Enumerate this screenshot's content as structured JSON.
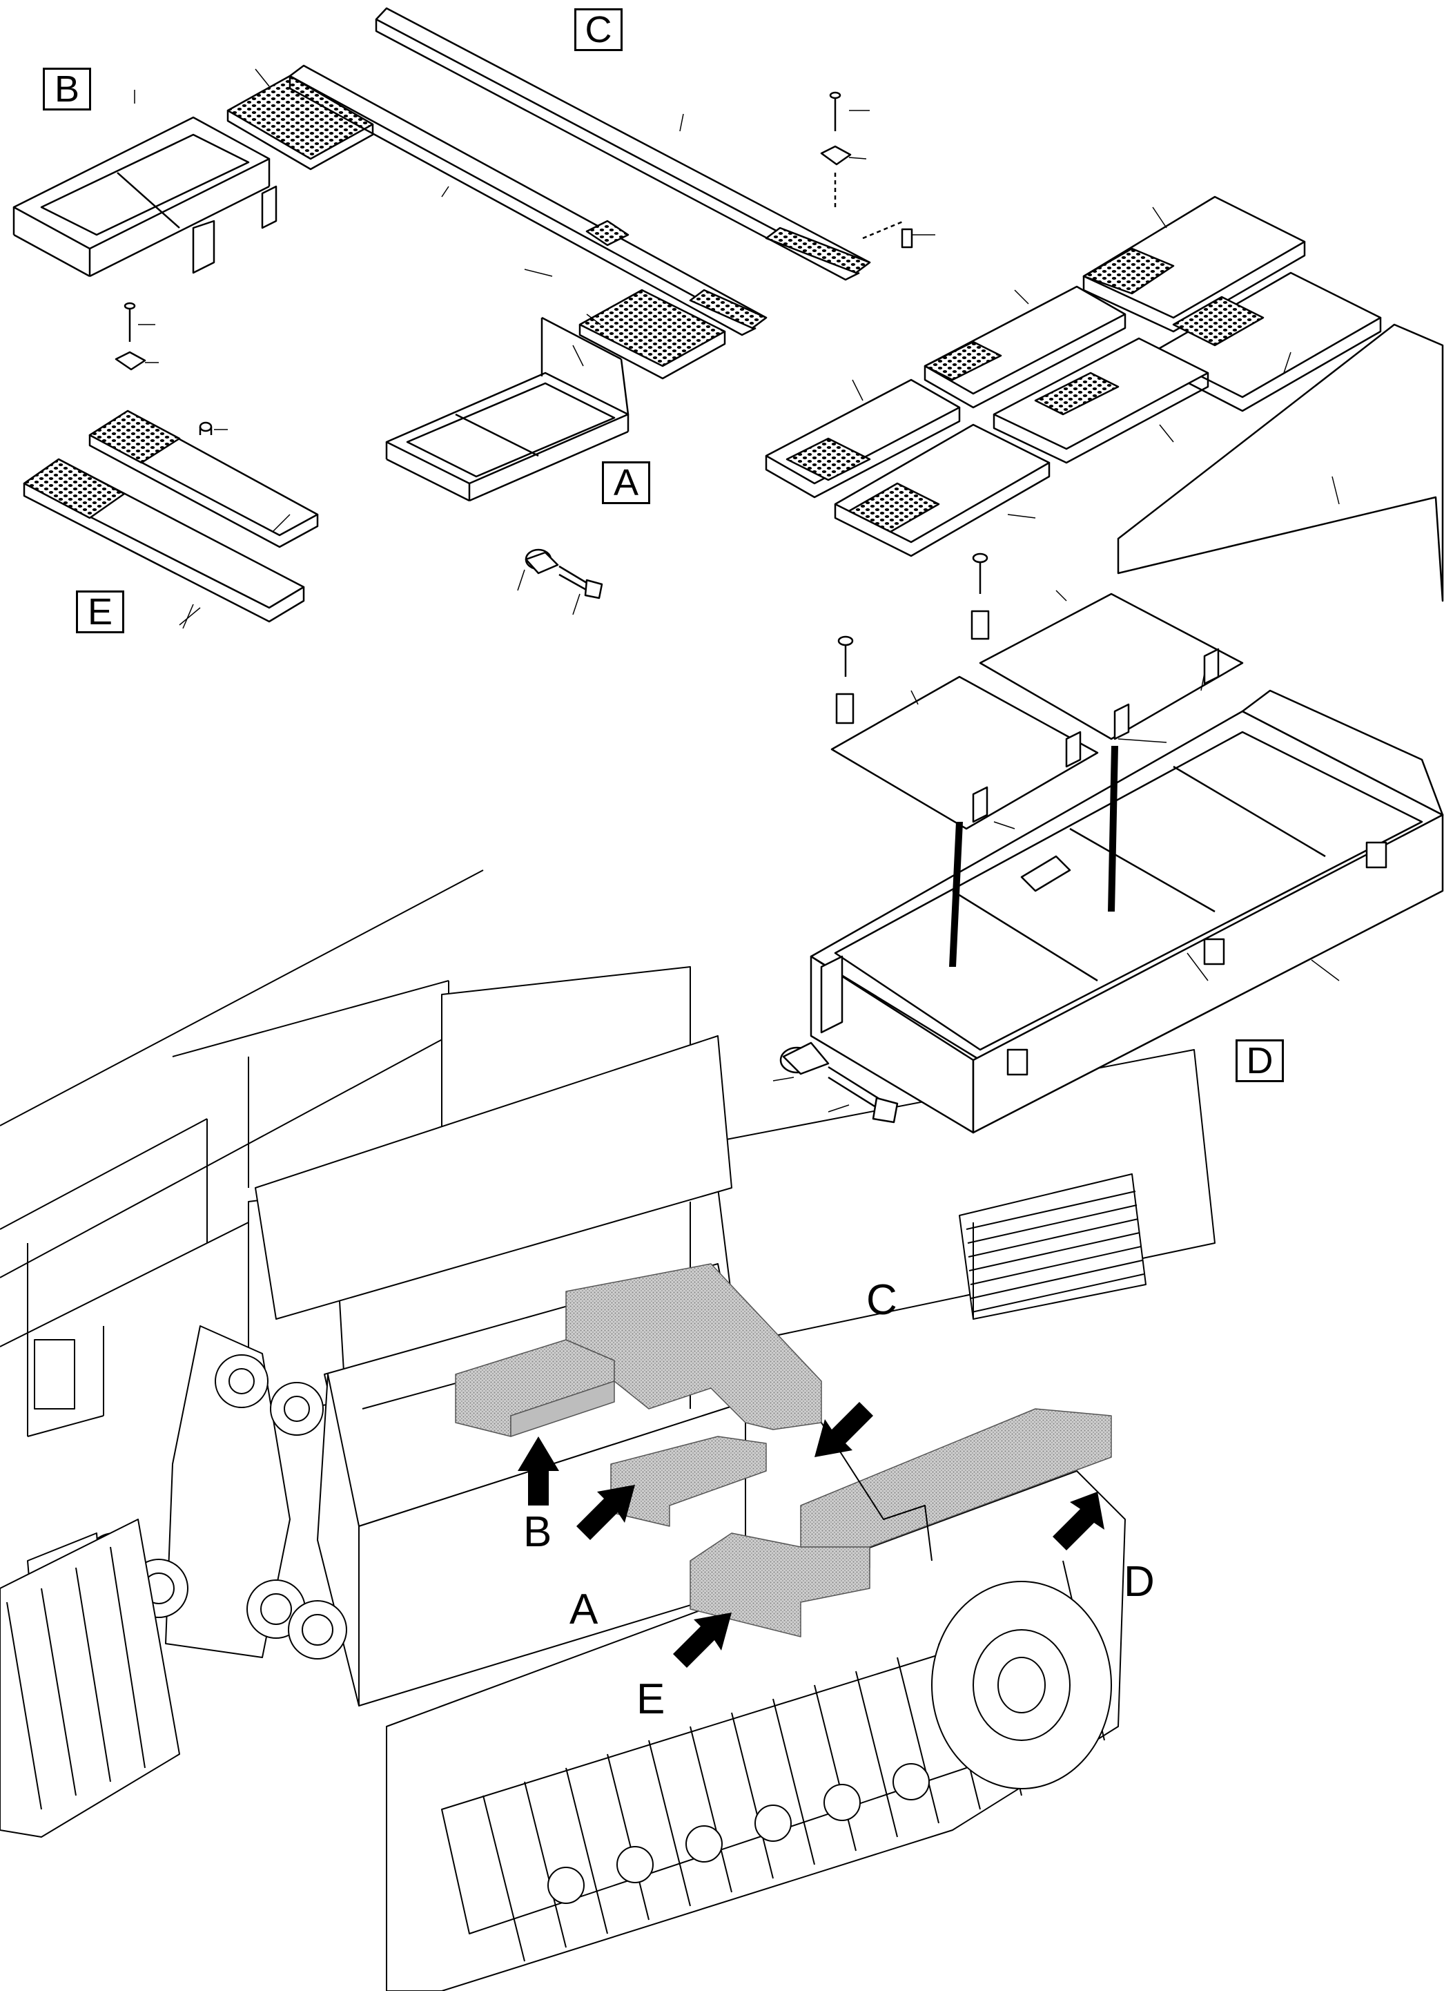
{
  "diagram": {
    "exploded_view_labels": {
      "a": "A",
      "b": "B",
      "c": "C",
      "d": "D",
      "e": "E"
    },
    "machine_view_labels": {
      "a": "A",
      "b": "B",
      "c": "C",
      "d": "D",
      "e": "E"
    },
    "colors": {
      "line": "#000000",
      "background": "#ffffff",
      "shaded_area": "#bdbdbd"
    },
    "icons": [
      "arrow-icon",
      "bolt-icon",
      "washer-icon",
      "spacer-icon"
    ]
  }
}
